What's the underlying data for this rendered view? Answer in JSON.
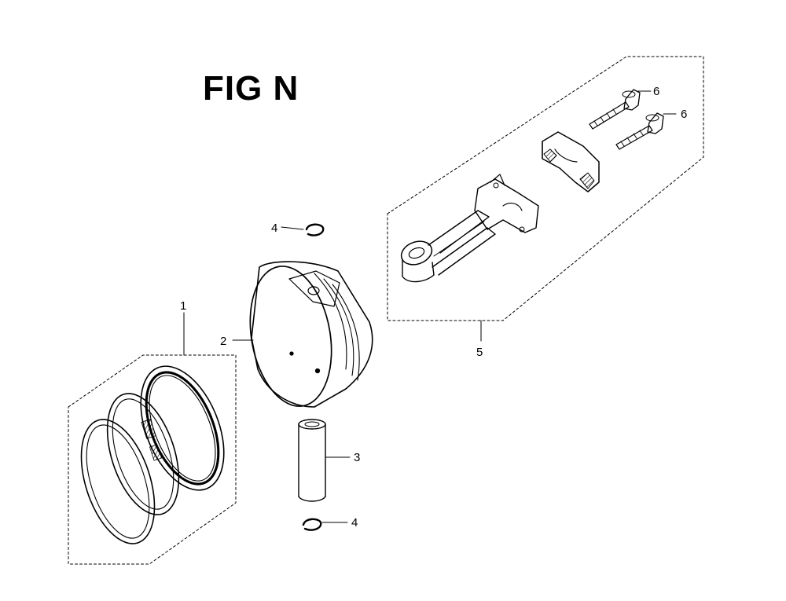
{
  "diagram": {
    "title": "FIG N",
    "callouts": [
      {
        "id": "c1",
        "text": "1"
      },
      {
        "id": "c2",
        "text": "2"
      },
      {
        "id": "c3",
        "text": "3"
      },
      {
        "id": "c4a",
        "text": "4"
      },
      {
        "id": "c4b",
        "text": "4"
      },
      {
        "id": "c5",
        "text": "5"
      },
      {
        "id": "c6a",
        "text": "6"
      },
      {
        "id": "c6b",
        "text": "6"
      }
    ]
  }
}
